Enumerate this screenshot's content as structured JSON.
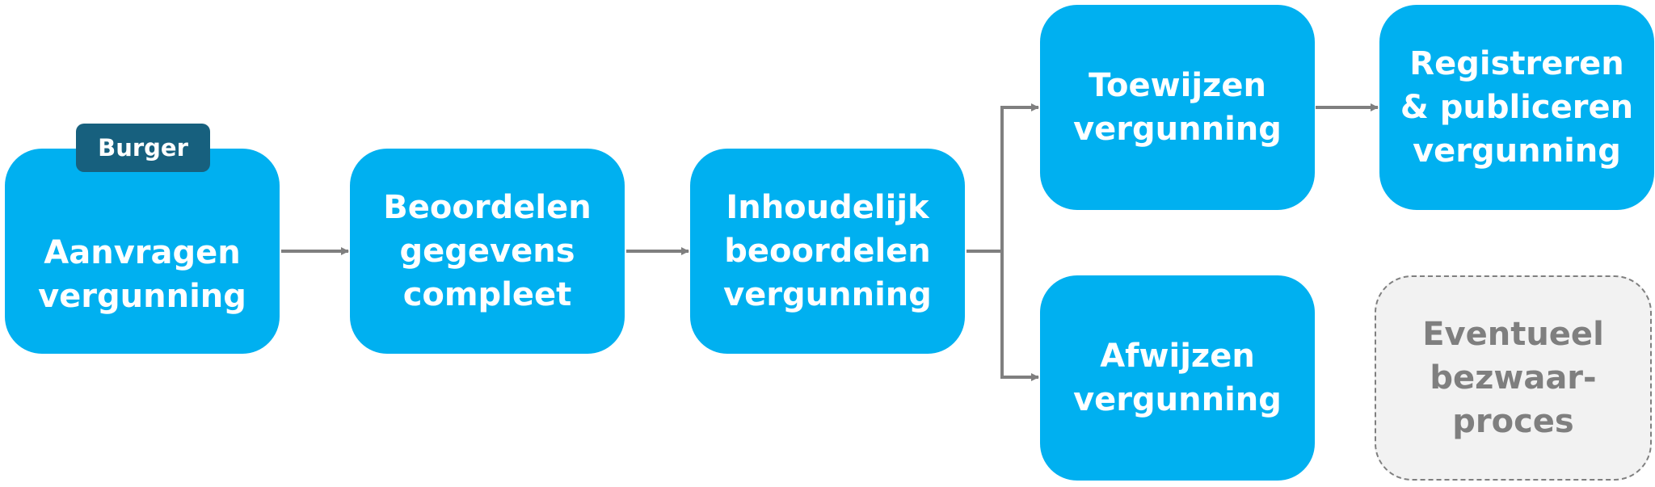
{
  "diagram": {
    "role_tag": "Burger",
    "steps": {
      "aanvragen": "Aanvragen\nvergunning",
      "beoordelen_gegevens": "Beoordelen\ngegevens\ncompleet",
      "inhoudelijk": "Inhoudelijk\nbeoordelen\nvergunning",
      "toewijzen": "Toewijzen\nvergunning",
      "registreren": "Registreren\n& publiceren\nvergunning",
      "afwijzen": "Afwijzen\nvergunning",
      "bezwaar": "Eventueel\nbezwaar-\nproces"
    },
    "colors": {
      "step_fill": "#00b0f0",
      "step_text": "#ffffff",
      "tag_fill": "#17607e",
      "optional_fill": "#f2f2f2",
      "optional_text": "#7f7f7f",
      "connector": "#7f7f7f"
    }
  }
}
